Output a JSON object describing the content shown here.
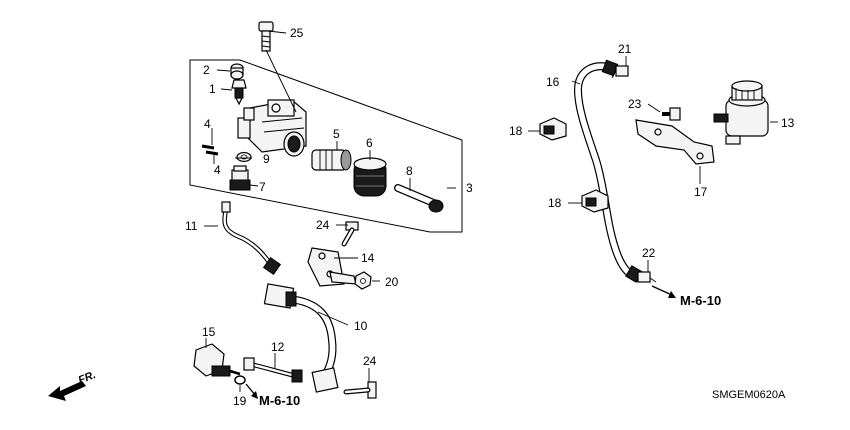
{
  "callouts": {
    "c1": "1",
    "c2": "2",
    "c3": "3",
    "c4a": "4",
    "c4b": "4",
    "c5": "5",
    "c6": "6",
    "c7": "7",
    "c8": "8",
    "c9": "9",
    "c10": "10",
    "c11": "11",
    "c12": "12",
    "c13": "13",
    "c14": "14",
    "c15": "15",
    "c16": "16",
    "c17": "17",
    "c18a": "18",
    "c18b": "18",
    "c19": "19",
    "c20": "20",
    "c21": "21",
    "c22": "22",
    "c23": "23",
    "c24a": "24",
    "c24b": "24",
    "c25": "25"
  },
  "references": {
    "ref_right": "M-6-10",
    "ref_bottom": "M-6-10"
  },
  "direction_label": "FR.",
  "diagram_code": "SMGEM0620A"
}
